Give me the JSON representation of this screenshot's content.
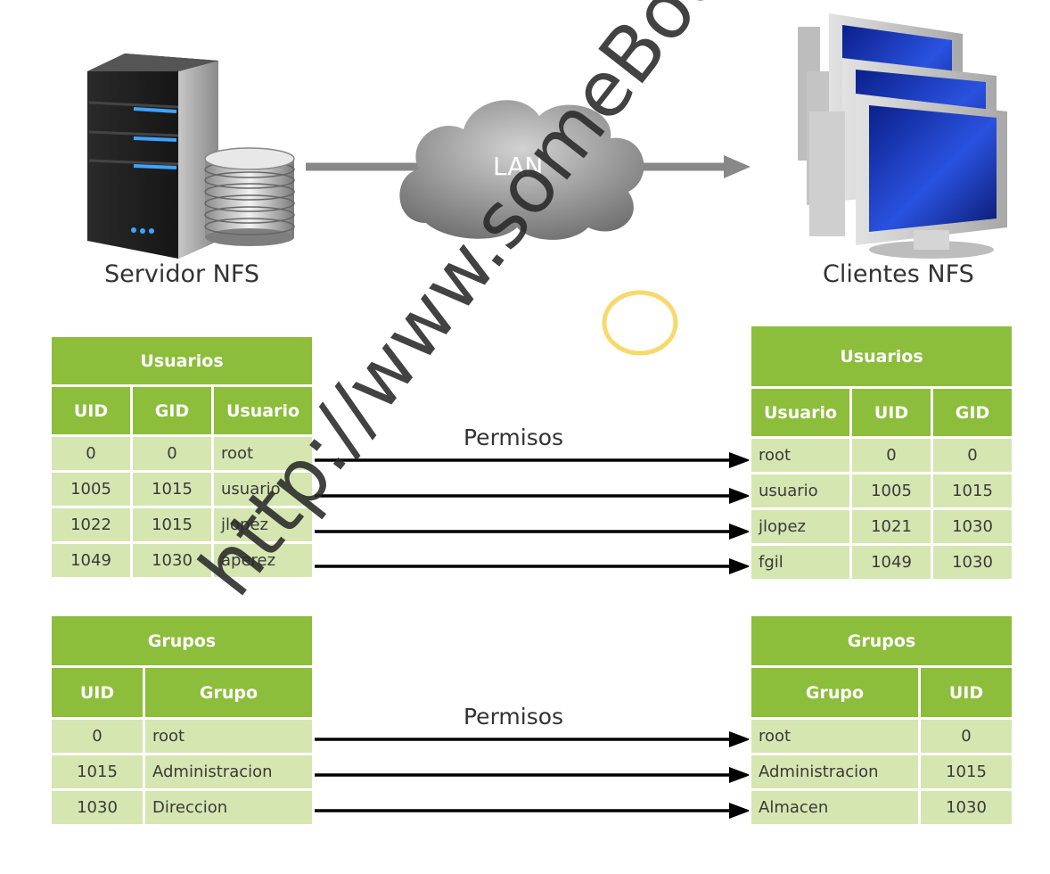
{
  "top": {
    "server_caption": "Servidor NFS",
    "cloud_label": "LAN",
    "clients_caption": "Clientes NFS"
  },
  "users": {
    "permisos_label": "Permisos",
    "server_table": {
      "title": "Usuarios",
      "headers": [
        "UID",
        "GID",
        "Usuario"
      ],
      "rows": [
        [
          "0",
          "0",
          "root"
        ],
        [
          "1005",
          "1015",
          "usuario"
        ],
        [
          "1022",
          "1015",
          "jlopez"
        ],
        [
          "1049",
          "1030",
          "aperez"
        ]
      ]
    },
    "client_table": {
      "title": "Usuarios",
      "headers": [
        "Usuario",
        "UID",
        "GID"
      ],
      "rows": [
        [
          "root",
          "0",
          "0"
        ],
        [
          "usuario",
          "1005",
          "1015"
        ],
        [
          "jlopez",
          "1021",
          "1030"
        ],
        [
          "fgil",
          "1049",
          "1030"
        ]
      ]
    }
  },
  "groups": {
    "permisos_label": "Permisos",
    "server_table": {
      "title": "Grupos",
      "headers": [
        "UID",
        "Grupo"
      ],
      "rows": [
        [
          "0",
          "root"
        ],
        [
          "1015",
          "Administracion"
        ],
        [
          "1030",
          "Direccion"
        ]
      ]
    },
    "client_table": {
      "title": "Grupos",
      "headers": [
        "Grupo",
        "UID"
      ],
      "rows": [
        [
          "root",
          "0"
        ],
        [
          "Administracion",
          "1015"
        ],
        [
          "Almacen",
          "1030"
        ]
      ]
    }
  },
  "watermark": {
    "text": "http://www.someBooks.es"
  },
  "colors": {
    "table_header": "#8cbd3b",
    "table_cell": "#d5e6b1",
    "arrow": "#000000",
    "lan_line": "#888888"
  }
}
